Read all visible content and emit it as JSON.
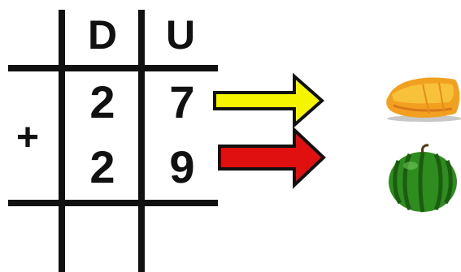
{
  "table": {
    "headers": [
      "D",
      "U"
    ],
    "operator": "+",
    "rows": [
      {
        "tens": "2",
        "units": "7"
      },
      {
        "tens": "2",
        "units": "9"
      }
    ]
  },
  "arrows": [
    {
      "color": "#f5f500",
      "stroke": "#111111",
      "points_to": "papaya"
    },
    {
      "color": "#e01010",
      "stroke": "#111111",
      "points_to": "watermelon"
    }
  ],
  "icons": [
    "papaya-icon",
    "watermelon-icon"
  ],
  "colors": {
    "ink": "#111111",
    "yellow_arrow": "#f5f500",
    "red_arrow": "#e01010",
    "melon_green": "#2f8c1e",
    "papaya_orange": "#f2a020"
  }
}
